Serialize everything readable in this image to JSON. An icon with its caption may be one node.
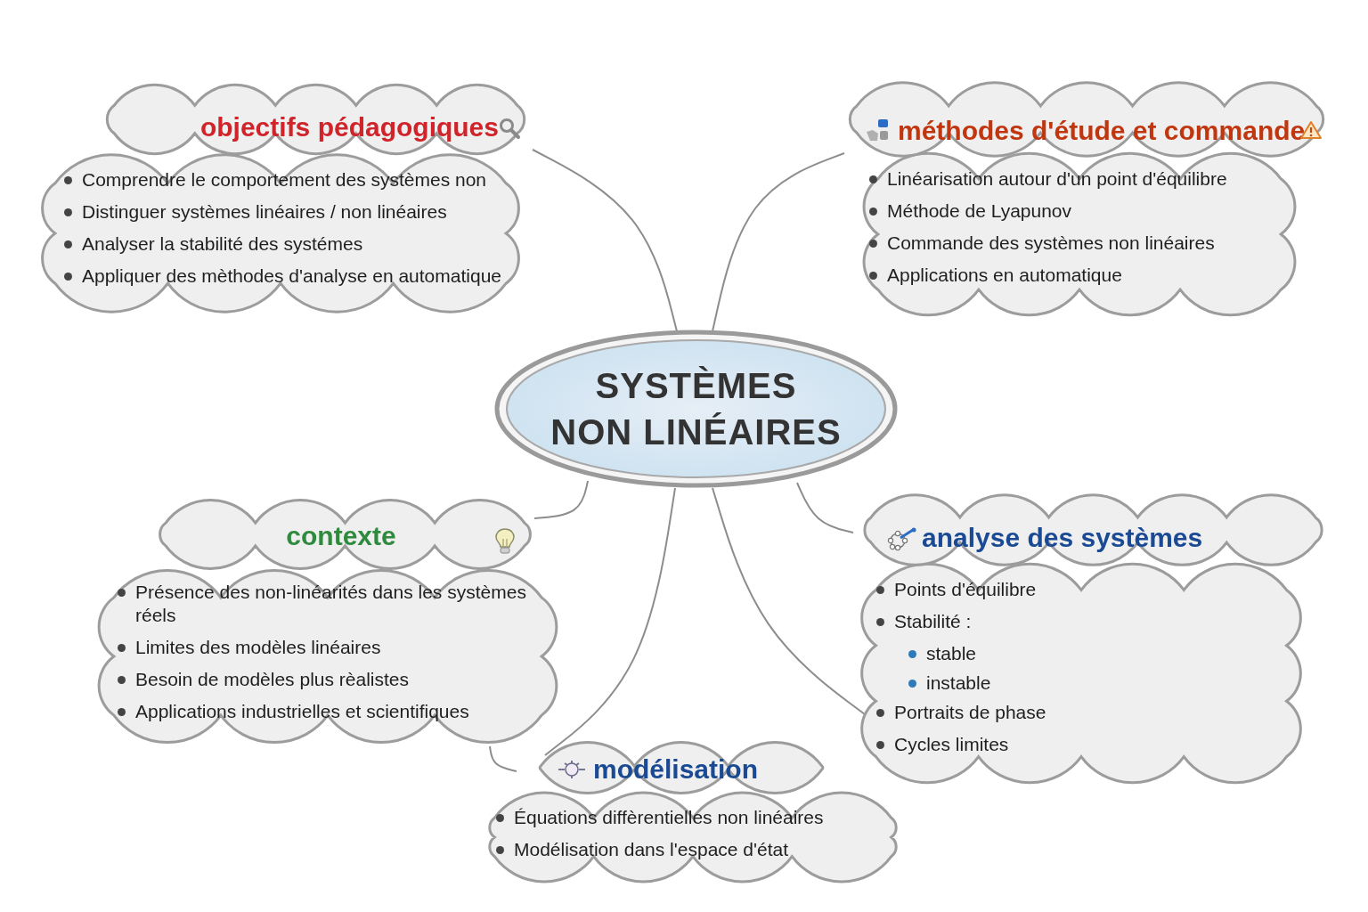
{
  "diagram": {
    "nodes": [
      {
        "text": [
          "SYSTÈMES NON LINÉAIRES"
        ]
      },
      {
        "text": [
          "objectifs pédagogiques",
          "Comprendre le comportement des systèmes non",
          "Distinguer systèmes linéaires / non linéaires",
          "Analyser la stabilité des systémes",
          "Appliquer des mèthodes d'analyse en automatique"
        ]
      },
      {
        "text": [
          "méthodes d'étude et commande",
          "Linéarisation autour d'un point d'équilibre",
          "Méthode de Lyapunov",
          "Commande des systèmes non linéaires",
          "Applications en automatique"
        ]
      },
      {
        "text": [
          "contexte",
          "Présence des non-linéarités dans les systèmes réels",
          "Limites des modèles linéaires",
          "Besoin de modèles plus rèalistes",
          "Applications industrielles et scientifiques"
        ]
      },
      {
        "text": [
          "analyse des systèmes",
          "Points d'équilibre",
          "Stabilité :",
          "stable",
          "instable",
          "Portraits de phase",
          "Cycles limites"
        ]
      },
      {
        "text": [
          "modélisation",
          "Équations diffèrentielles non linéaires",
          "Modélisation dans l'espace d'état"
        ]
      }
    ],
    "edges": [
      {
        "from": 1,
        "to": 0,
        "arrow": "none"
      },
      {
        "from": 0,
        "to": 2,
        "arrow": "none"
      },
      {
        "from": 0,
        "to": 3,
        "arrow": "none"
      },
      {
        "from": 0,
        "to": 5,
        "arrow": "none"
      },
      {
        "from": 0,
        "to": 4,
        "arrow": "none"
      },
      {
        "from": 0,
        "to": 4,
        "arrow": "none"
      },
      {
        "from": 3,
        "to": 5,
        "arrow": "none"
      }
    ]
  }
}
